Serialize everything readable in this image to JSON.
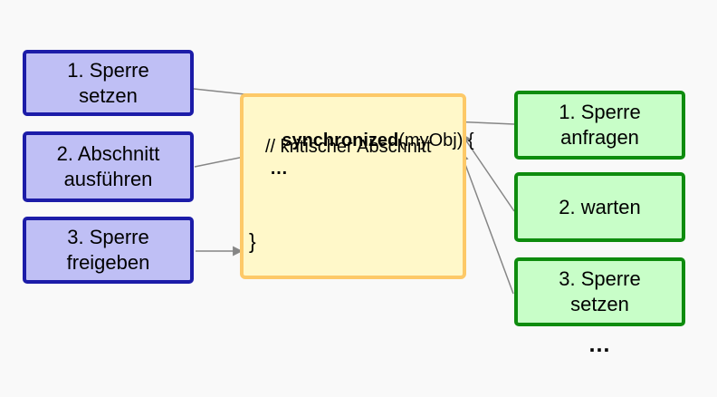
{
  "colors": {
    "background": "#f9f9f9",
    "purple_fill": "#bfbff5",
    "purple_border": "#1c1ca8",
    "green_fill": "#c8fec8",
    "green_border": "#0e8c0e",
    "yellow_fill": "#fff8c9",
    "yellow_border": "#fdc968",
    "arrow": "#868686",
    "text": "#000000"
  },
  "left_boxes": [
    {
      "label": "1. Sperre\nsetzen"
    },
    {
      "label": "2. Abschnitt\nausführen"
    },
    {
      "label": "3. Sperre\nfreigeben"
    }
  ],
  "right_boxes": [
    {
      "label": "1. Sperre\nanfragen"
    },
    {
      "label": "2. warten"
    },
    {
      "label": "3. Sperre\nsetzen"
    }
  ],
  "code": {
    "keyword": "synchronized",
    "call_suffix": "(myObj) {",
    "comment": "// kritischer Abschnitt",
    "ellipsis": "…",
    "closing_brace": "}"
  },
  "more_ellipsis": "…"
}
